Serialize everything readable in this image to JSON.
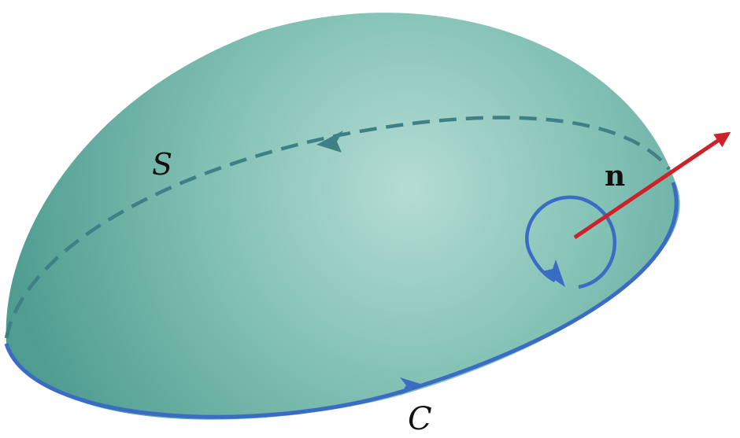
{
  "labels": {
    "surface": "S",
    "boundary": "C",
    "normal": "n"
  },
  "colors": {
    "surface_light": "#b4dcd4",
    "surface_mid": "#7dbcb0",
    "surface_dark": "#4f9c90",
    "boundary_curve": "#3b6cc4",
    "hidden_curve": "#3f7f86",
    "normal_vector": "#cc2229",
    "orientation_circle": "#3b6cc4",
    "label_text": "#111111"
  }
}
